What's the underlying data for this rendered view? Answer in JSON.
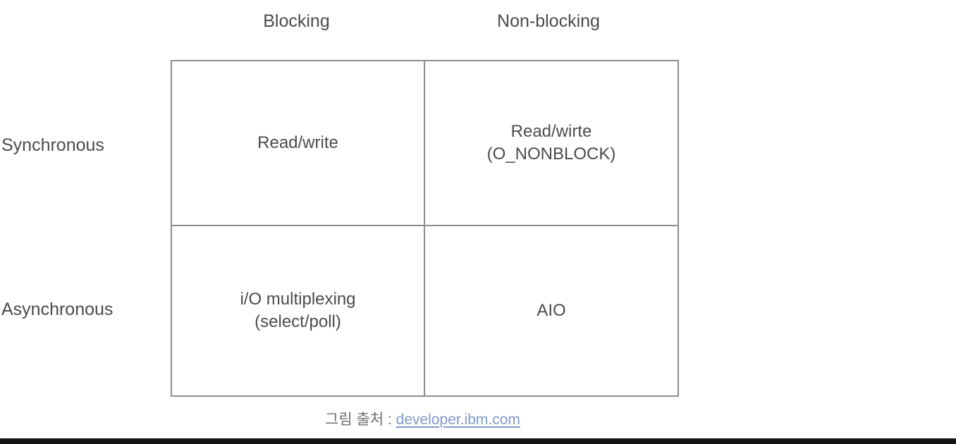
{
  "figure": {
    "columns": [
      {
        "id": "blocking",
        "label": "Blocking"
      },
      {
        "id": "nonblocking",
        "label": "Non-blocking"
      }
    ],
    "rows": [
      {
        "id": "synchronous",
        "label": "Synchronous"
      },
      {
        "id": "asynchronous",
        "label": "Asynchronous"
      }
    ],
    "cells": {
      "sync_blocking": {
        "line1": "Read/write",
        "line2": ""
      },
      "sync_nonblocking": {
        "line1": "Read/wirte",
        "line2": "(O_NONBLOCK)"
      },
      "async_blocking": {
        "line1": "i/O multiplexing",
        "line2": "(select/poll)"
      },
      "async_nonblocking": {
        "line1": "AIO",
        "line2": ""
      }
    },
    "highlight": {
      "cell": "async_nonblocking",
      "fill_color": "#dceac7",
      "border_color": "#93a786"
    },
    "colors": {
      "text": "#4b4b4b",
      "border": "#8d8d8d",
      "background": "#ffffff",
      "caption_text": "#6d6d6d",
      "caption_link": "#8098c8",
      "bottom_bar": "#151515"
    },
    "caption": {
      "prefix": "그림 출처 : ",
      "link_text": "developer.ibm.com"
    }
  },
  "chart_data": {
    "type": "table",
    "title": "",
    "columns": [
      "Blocking",
      "Non-blocking"
    ],
    "rows": [
      "Synchronous",
      "Asynchronous"
    ],
    "values": [
      [
        "Read/write",
        "Read/wirte (O_NONBLOCK)"
      ],
      [
        "i/O multiplexing (select/poll)",
        "AIO"
      ]
    ],
    "highlighted_cells": [
      {
        "row": "Asynchronous",
        "column": "Non-blocking",
        "value": "AIO",
        "color": "#dceac7"
      }
    ],
    "annotations": [
      "그림 출처 : developer.ibm.com"
    ]
  }
}
